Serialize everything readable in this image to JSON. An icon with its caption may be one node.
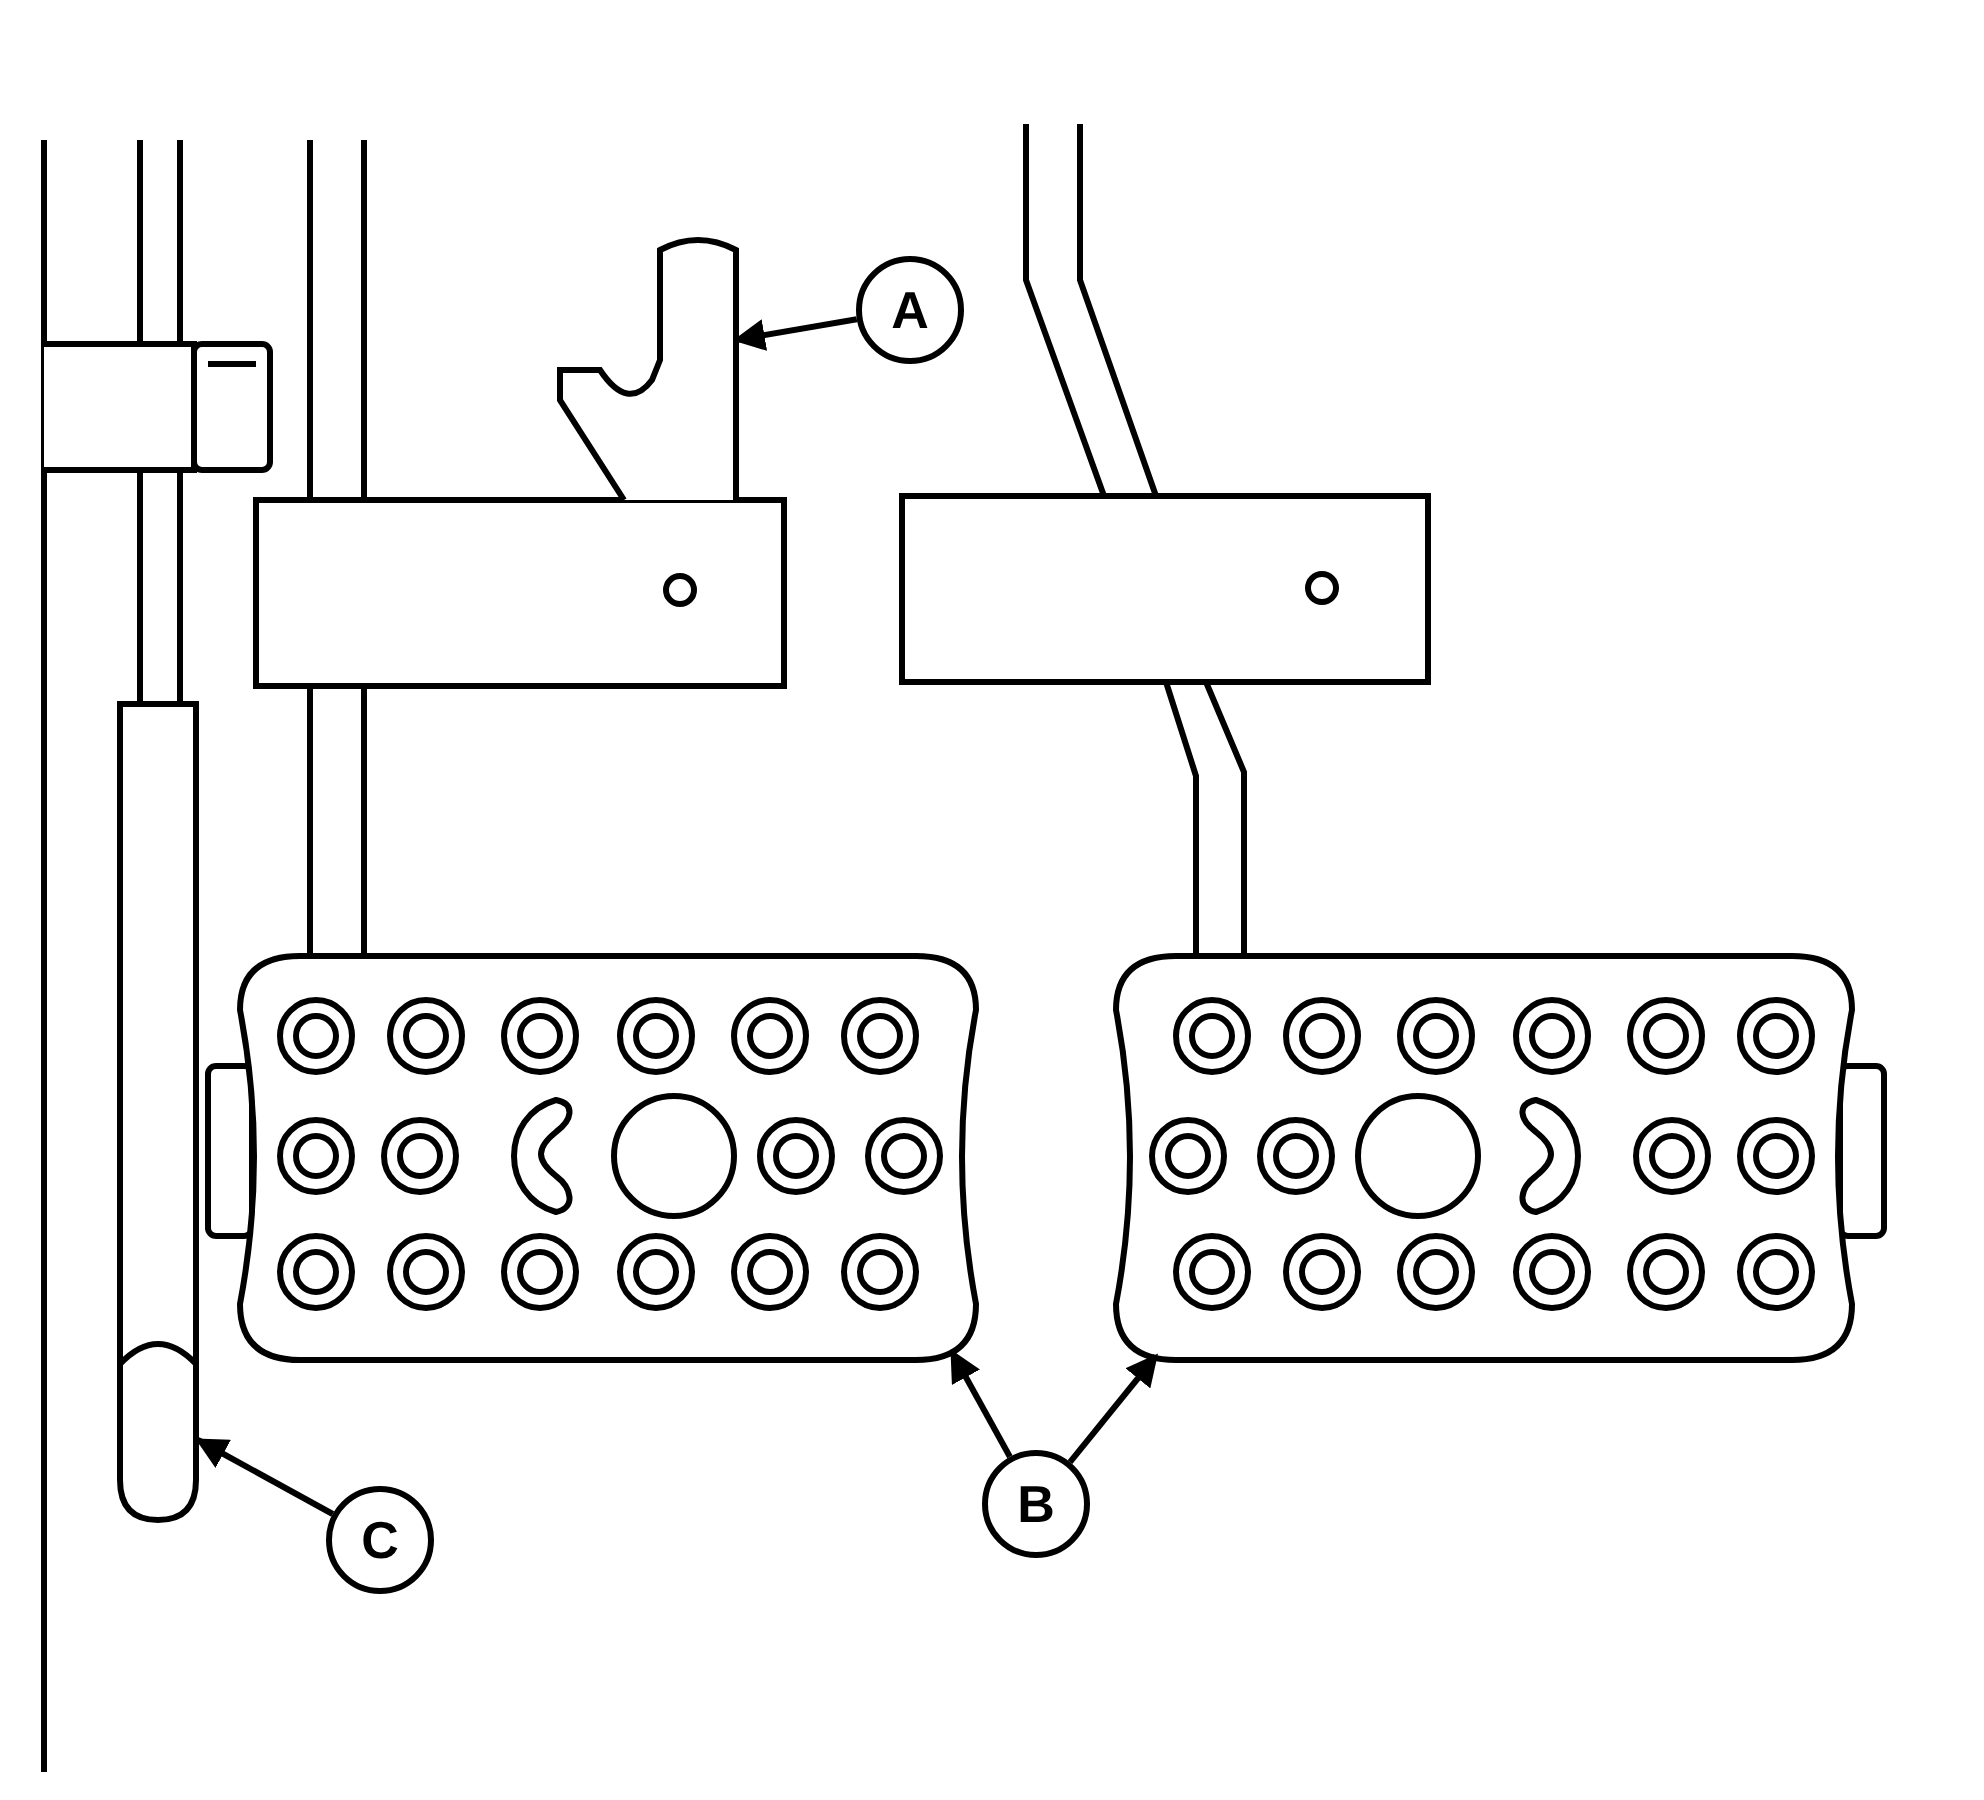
{
  "diagram": {
    "nodes": [
      {
        "text": [
          "A"
        ]
      },
      {
        "text": [],
        "shape": "picture"
      },
      {
        "text": [
          "B"
        ]
      },
      {
        "text": [],
        "shape": "picture"
      },
      {
        "text": [],
        "shape": "picture"
      },
      {
        "text": [
          "C"
        ]
      },
      {
        "text": [],
        "shape": "picture"
      }
    ],
    "edges": [
      {
        "from": 0,
        "to": 1,
        "arrow": "to"
      },
      {
        "from": 2,
        "to": 3,
        "arrow": "to"
      },
      {
        "from": 2,
        "to": 4,
        "arrow": "to"
      },
      {
        "from": 5,
        "to": 6,
        "arrow": "to"
      }
    ]
  }
}
